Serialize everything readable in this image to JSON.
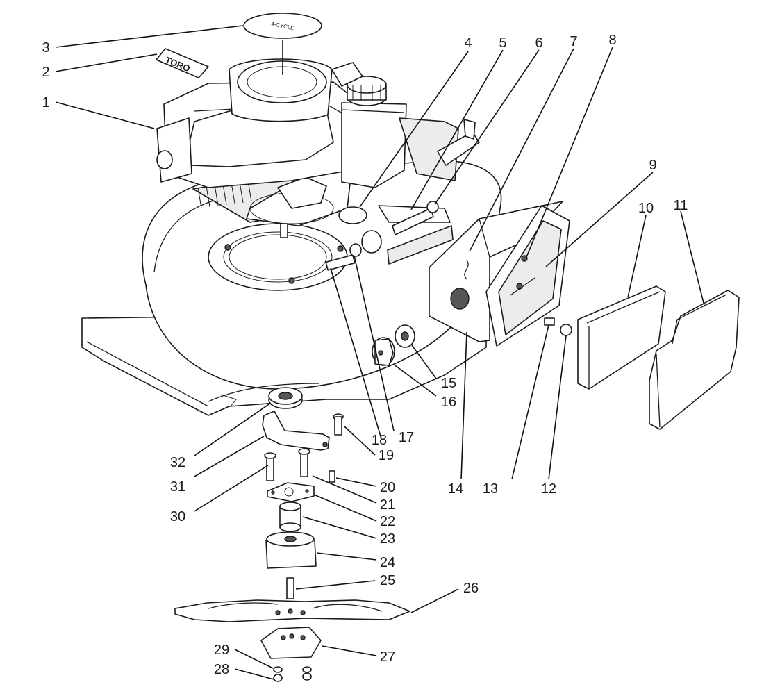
{
  "decal_logo_text": "TORO",
  "decal_seal_text": "4-CYCLE",
  "callouts": {
    "c1": "1",
    "c2": "2",
    "c3": "3",
    "c4": "4",
    "c5": "5",
    "c6": "6",
    "c7": "7",
    "c8": "8",
    "c9": "9",
    "c10": "10",
    "c11": "11",
    "c12": "12",
    "c13": "13",
    "c14": "14",
    "c15": "15",
    "c16": "16",
    "c17": "17",
    "c18": "18",
    "c19": "19",
    "c20": "20",
    "c21": "21",
    "c22": "22",
    "c23": "23",
    "c24": "24",
    "c25": "25",
    "c26": "26",
    "c27": "27",
    "c28": "28",
    "c29": "29",
    "c30": "30",
    "c31": "31",
    "c32": "32"
  }
}
